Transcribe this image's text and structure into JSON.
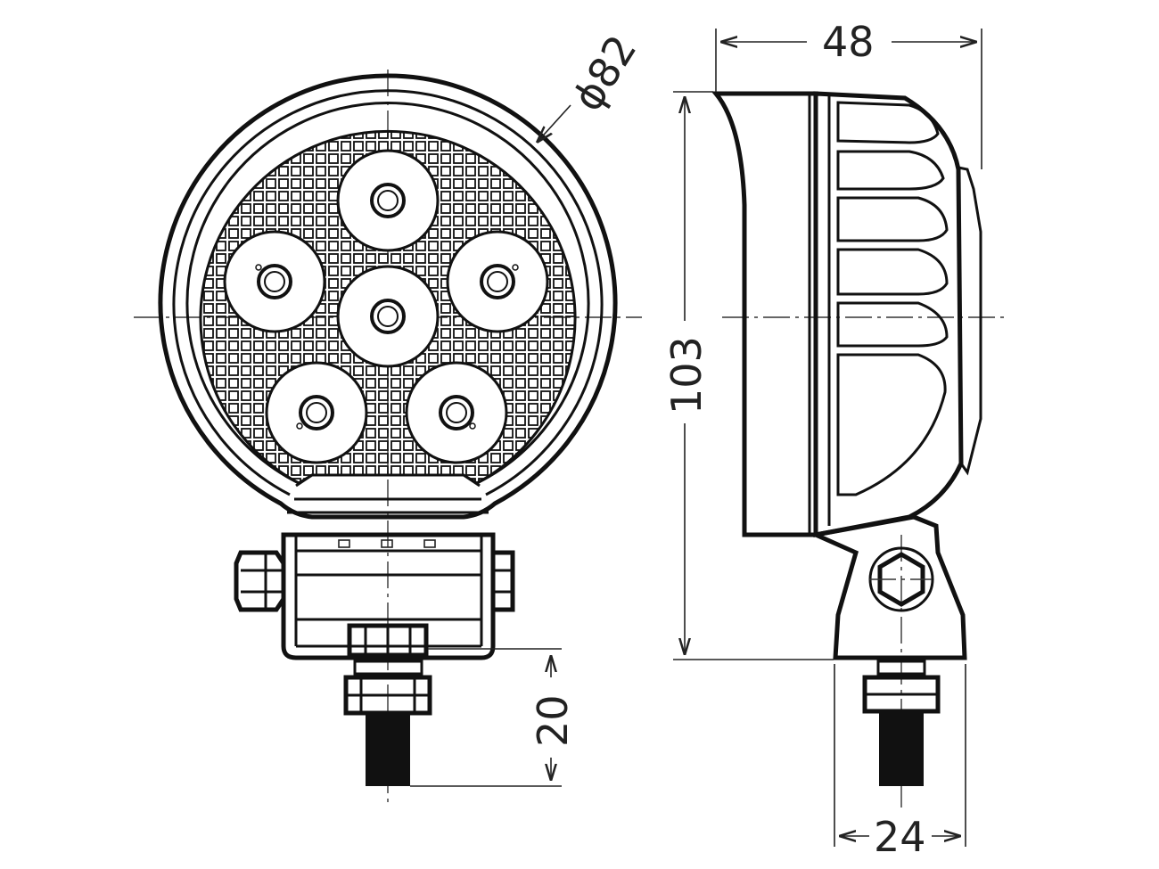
{
  "dimensions": {
    "diameter": "ϕ82",
    "width": "48",
    "height": "103",
    "bolt_length": "20",
    "bracket_width": "24"
  },
  "led_count": 6
}
